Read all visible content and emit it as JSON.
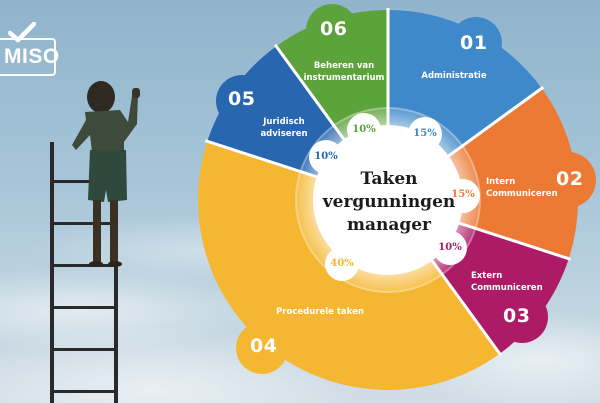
{
  "logo": {
    "text": "MISO"
  },
  "center": {
    "line1": "Taken",
    "line2": "vergunningen",
    "line3": "manager"
  },
  "colors": {
    "administratie": "#3f88c9",
    "intern": "#ec7a34",
    "extern": "#ad1a66",
    "procedurele": "#f5b731",
    "juridisch": "#2866b0",
    "instrumentarium": "#5da33c"
  },
  "segments": [
    {
      "number": "01",
      "label_line1": "Administratie",
      "label_line2": "",
      "percent": "15%",
      "color": "#3f88c9"
    },
    {
      "number": "02",
      "label_line1": "Intern",
      "label_line2": "Communiceren",
      "percent": "15%",
      "color": "#ec7a34"
    },
    {
      "number": "03",
      "label_line1": "Extern",
      "label_line2": "Communiceren",
      "percent": "10%",
      "color": "#ad1a66"
    },
    {
      "number": "04",
      "label_line1": "Procedurele taken",
      "label_line2": "",
      "percent": "40%",
      "color": "#f5b731"
    },
    {
      "number": "05",
      "label_line1": "Juridisch",
      "label_line2": "adviseren",
      "percent": "10%",
      "color": "#2866b0"
    },
    {
      "number": "06",
      "label_line1": "Beheren van",
      "label_line2": "instrumentarium",
      "percent": "10%",
      "color": "#5da33c"
    }
  ],
  "chart_data": {
    "type": "pie",
    "title": "Taken vergunningen manager",
    "categories": [
      "Administratie",
      "Intern Communiceren",
      "Extern Communiceren",
      "Procedurele taken",
      "Juridisch adviseren",
      "Beheren van instrumentarium"
    ],
    "values": [
      15,
      15,
      10,
      40,
      10,
      10
    ],
    "numbers": [
      "01",
      "02",
      "03",
      "04",
      "05",
      "06"
    ],
    "unit": "%",
    "style": "donut"
  }
}
